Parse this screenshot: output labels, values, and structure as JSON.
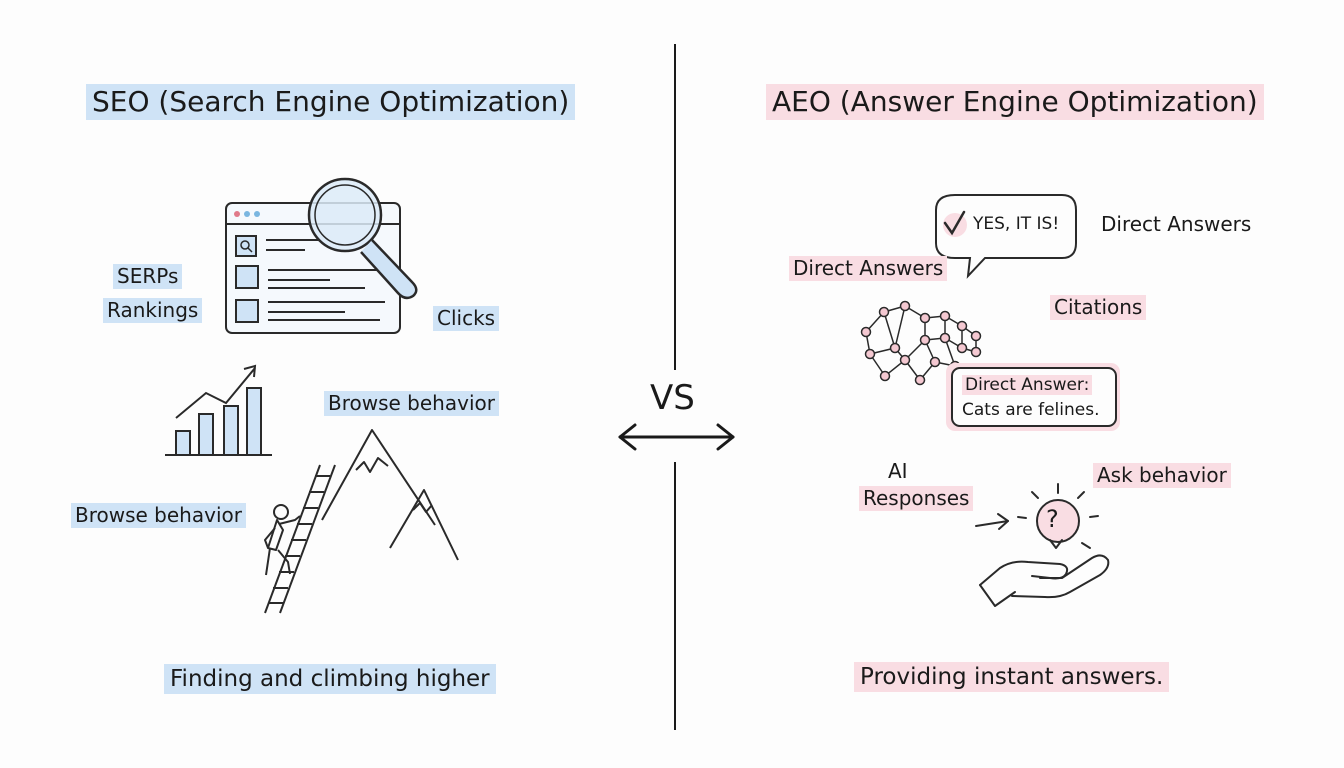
{
  "left": {
    "title": "SEO (Search Engine Optimization)",
    "labels": {
      "serps": "SERPs",
      "rankings": "Rankings",
      "clicks": "Clicks",
      "browse_top": "Browse behavior",
      "browse_left": "Browse behavior"
    },
    "caption": "Finding and climbing higher",
    "accent": "#cfe3f6"
  },
  "center": {
    "vs": "VS"
  },
  "right": {
    "title": "AEO (Answer Engine Optimization)",
    "bubble_text": "YES, IT IS!",
    "labels": {
      "direct_answers_right": "Direct Answers",
      "direct_answers_left": "Direct Answers",
      "citations": "Citations",
      "ai": "AI",
      "responses": "Responses",
      "ask_behavior": "Ask behavior"
    },
    "answer_box": {
      "line1": "Direct Answer:",
      "line2": "Cats are felines."
    },
    "question_mark": "?",
    "caption": "Providing instant answers.",
    "accent": "#f9dde3"
  }
}
